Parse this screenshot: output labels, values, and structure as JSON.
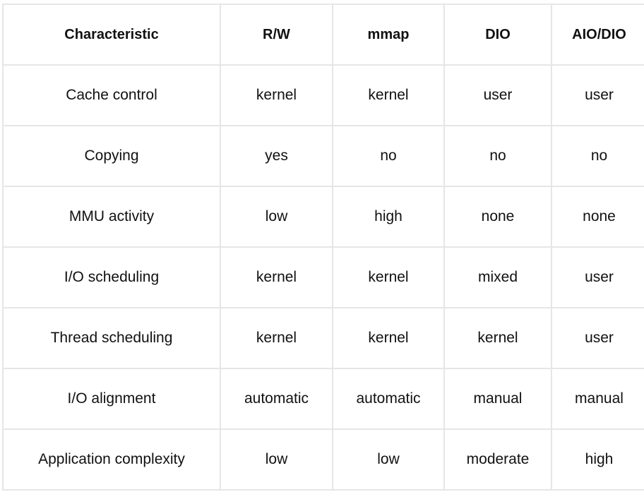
{
  "table": {
    "headers": [
      "Characteristic",
      "R/W",
      "mmap",
      "DIO",
      "AIO/DIO"
    ],
    "rows": [
      [
        "Cache control",
        "kernel",
        "kernel",
        "user",
        "user"
      ],
      [
        "Copying",
        "yes",
        "no",
        "no",
        "no"
      ],
      [
        "MMU activity",
        "low",
        "high",
        "none",
        "none"
      ],
      [
        "I/O scheduling",
        "kernel",
        "kernel",
        "mixed",
        "user"
      ],
      [
        "Thread scheduling",
        "kernel",
        "kernel",
        "kernel",
        "user"
      ],
      [
        "I/O alignment",
        "automatic",
        "automatic",
        "manual",
        "manual"
      ],
      [
        "Application complexity",
        "low",
        "low",
        "moderate",
        "high"
      ]
    ]
  }
}
